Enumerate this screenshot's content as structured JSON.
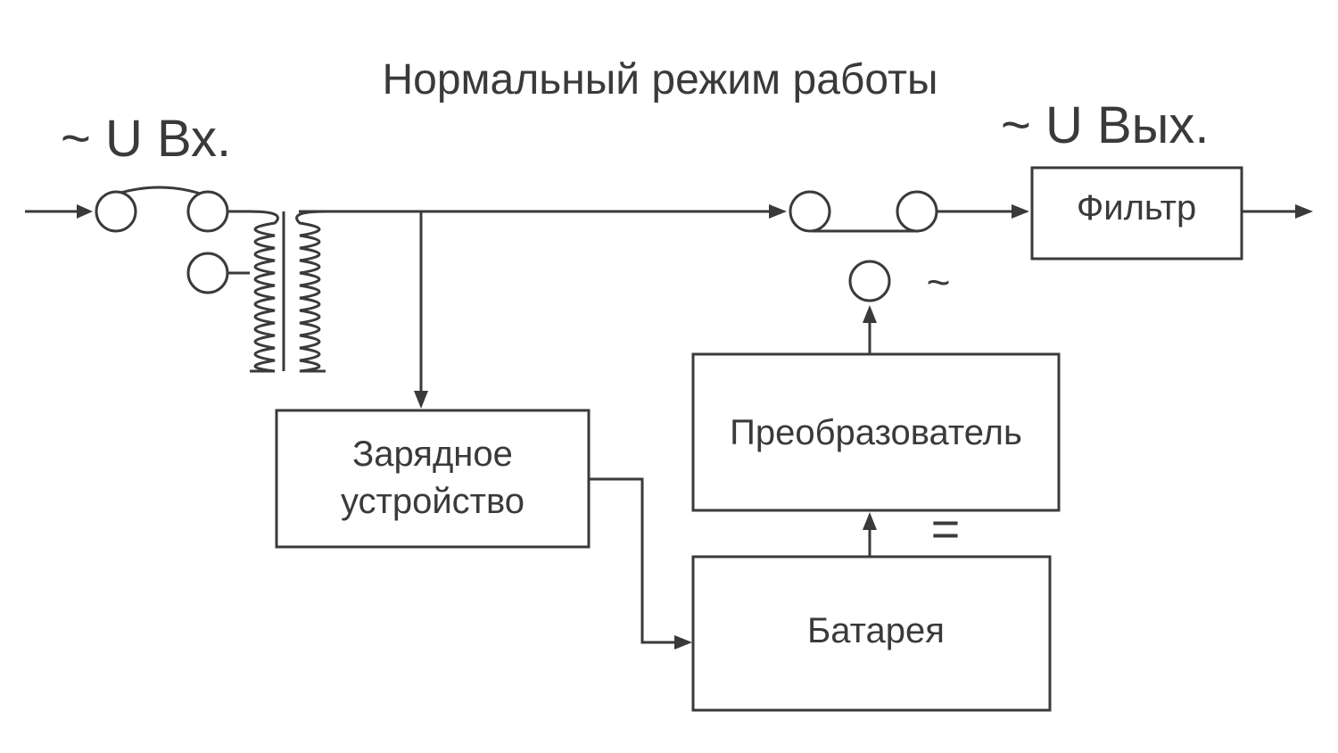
{
  "title": "Нормальный режим работы",
  "input_label": "~ U Вх.",
  "output_label": "~ U Вых.",
  "ac_symbol": "~",
  "dc_symbol": "=",
  "blocks": {
    "filter": "Фильтр",
    "charger_line1": "Зарядное",
    "charger_line2": "устройство",
    "inverter": "Преобразователь",
    "battery": "Батарея"
  }
}
